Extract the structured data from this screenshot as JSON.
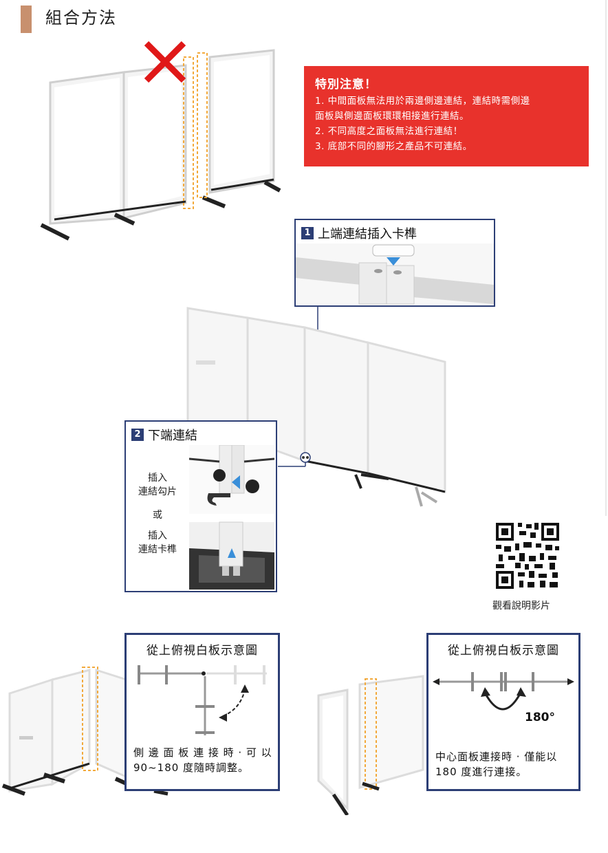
{
  "section": {
    "title": "組合方法"
  },
  "notice": {
    "heading": "特別注意！",
    "lines": [
      "1. 中間面板無法用於兩邊側邊連結，連結時需側邊",
      "面板與側邊面板環環相接進行連結。",
      "2. 不同高度之面板無法進行連結！",
      "3. 底部不同的腳形之產品不可連結。"
    ]
  },
  "callout_top": {
    "number": "1",
    "title": "上端連結插入卡榫"
  },
  "callout_bottom": {
    "number": "2",
    "title": "下端連結",
    "label_hook": [
      "插入",
      "連結勾片"
    ],
    "label_or": "或",
    "label_peg": [
      "插入",
      "連結卡榫"
    ]
  },
  "qr": {
    "caption": "觀看說明影片"
  },
  "view_left": {
    "title": "從上俯視白板示意圖",
    "desc": [
      "側 邊 面 板 連 接 時 · 可 以",
      "90~180 度隨時調整。"
    ]
  },
  "view_right": {
    "title": "從上俯視白板示意圖",
    "angle": "180°",
    "desc": [
      "中心面板連接時 · 僅能以",
      "180 度進行連接。"
    ]
  },
  "colors": {
    "accent_red": "#e8322c",
    "navy": "#2c3e75",
    "title_bar": "#c8906e",
    "orange_dash": "#f2a93b",
    "arrow_blue": "#3a8fd9"
  }
}
